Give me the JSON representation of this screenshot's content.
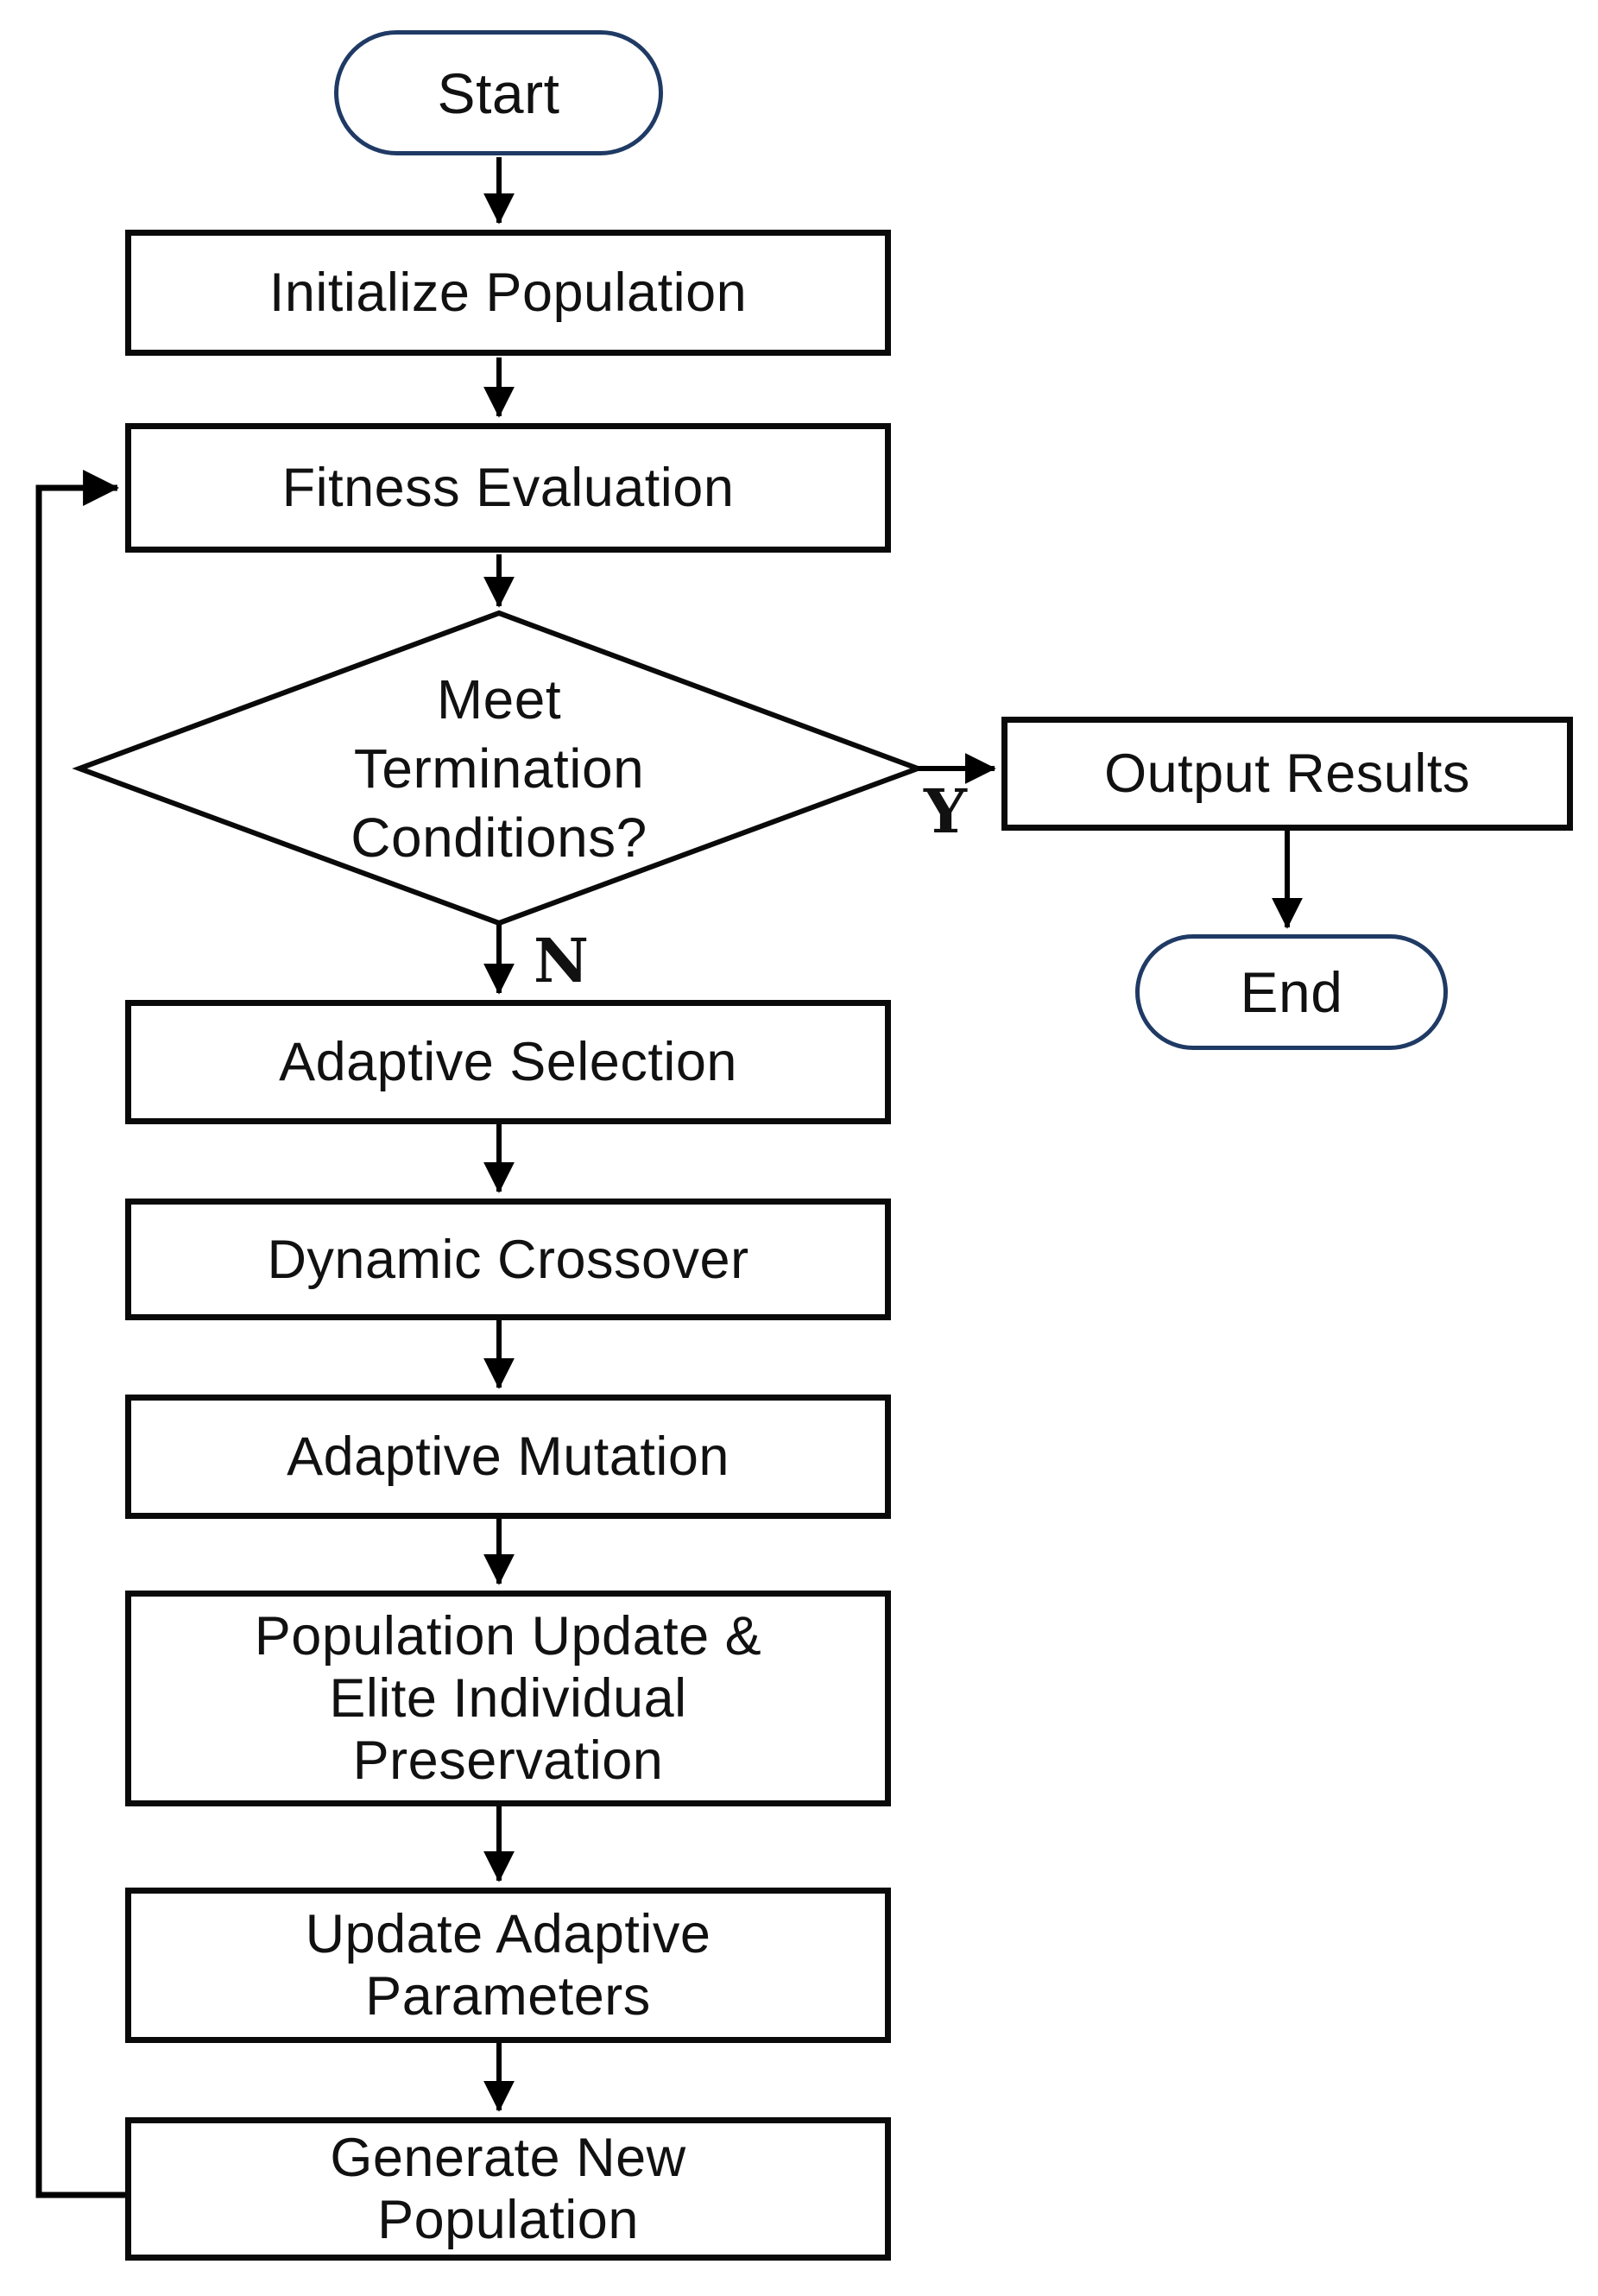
{
  "flowchart": {
    "nodes": {
      "start": {
        "label": "Start",
        "type": "terminator"
      },
      "initialize": {
        "label": "Initialize Population",
        "type": "process"
      },
      "fitness": {
        "label": "Fitness Evaluation",
        "type": "process"
      },
      "decision": {
        "label": "Meet\nTermination\nConditions?",
        "type": "decision"
      },
      "output": {
        "label": "Output Results",
        "type": "process"
      },
      "end": {
        "label": "End",
        "type": "terminator"
      },
      "selection": {
        "label": "Adaptive Selection",
        "type": "process"
      },
      "crossover": {
        "label": "Dynamic Crossover",
        "type": "process"
      },
      "mutation": {
        "label": "Adaptive Mutation",
        "type": "process"
      },
      "population_update": {
        "label": "Population Update &\nElite Individual\nPreservation",
        "type": "process"
      },
      "update_parameters": {
        "label": "Update Adaptive\nParameters",
        "type": "process"
      },
      "generate": {
        "label": "Generate New\nPopulation",
        "type": "process"
      }
    },
    "edge_labels": {
      "yes": "Y",
      "no": "N"
    },
    "colors": {
      "terminator_border": "#1f3a64",
      "process_border": "#0a0a0a",
      "connector": "#000000",
      "text": "#111111",
      "background": "#ffffff"
    }
  }
}
